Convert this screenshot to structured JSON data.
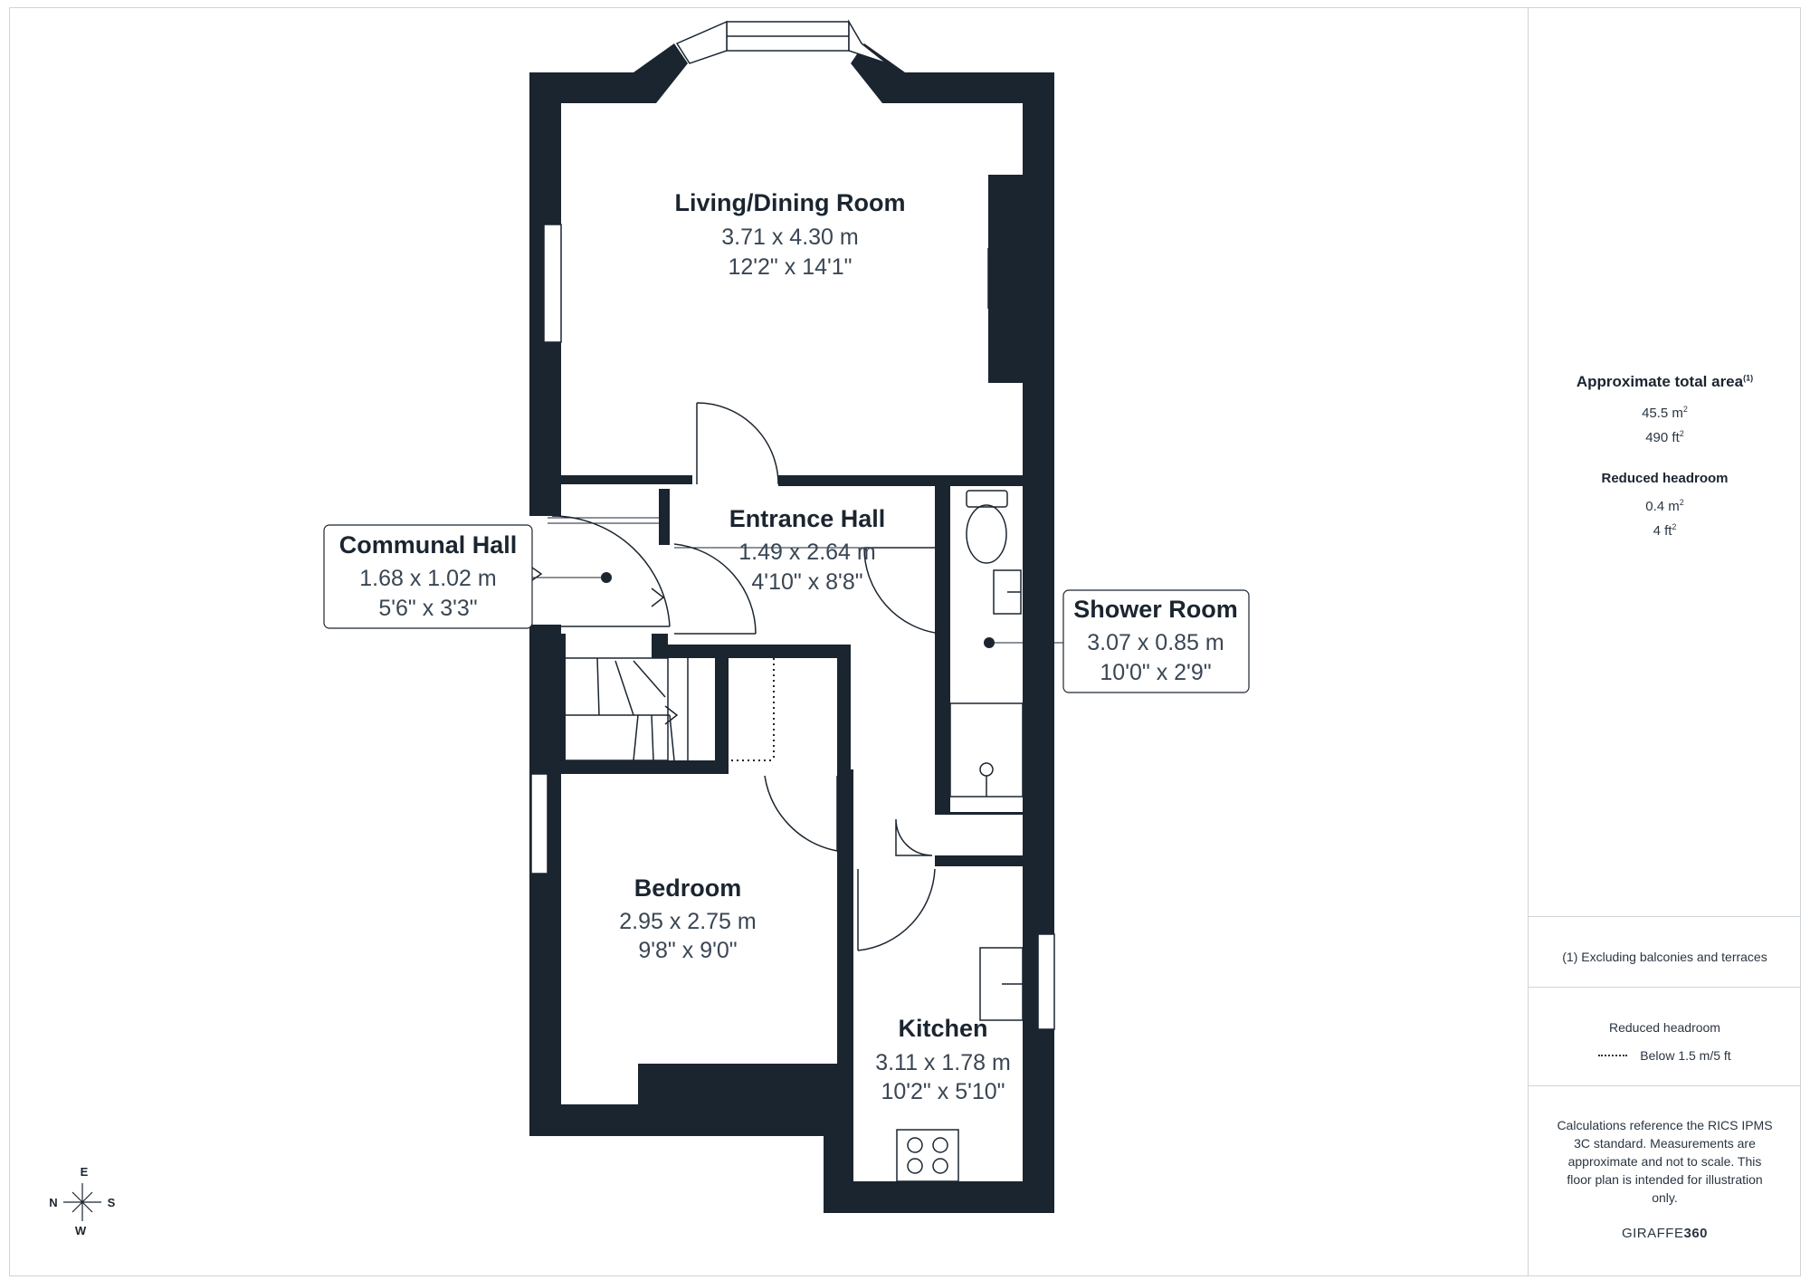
{
  "rooms": [
    {
      "name": "Living/Dining Room",
      "metric": "3.71 x 4.30 m",
      "imperial": "12'2\" x 14'1\""
    },
    {
      "name": "Entrance Hall",
      "metric": "1.49 x 2.64 m",
      "imperial": "4'10\" x 8'8\""
    },
    {
      "name": "Communal Hall",
      "metric": "1.68 x 1.02 m",
      "imperial": "5'6\" x 3'3\""
    },
    {
      "name": "Shower Room",
      "metric": "3.07 x 0.85 m",
      "imperial": "10'0\" x 2'9\""
    },
    {
      "name": "Bedroom",
      "metric": "2.95 x 2.75 m",
      "imperial": "9'8\" x 9'0\""
    },
    {
      "name": "Kitchen",
      "metric": "3.11 x 1.78 m",
      "imperial": "10'2\" x 5'10\""
    }
  ],
  "compass": {
    "n": "N",
    "e": "E",
    "s": "S",
    "w": "W"
  },
  "sidebar": {
    "total_area_title": "Approximate total area",
    "total_area_note_marker": "(1)",
    "total_area_m": "45.5 m",
    "total_area_ft": "490 ft",
    "squared": "2",
    "reduced_headroom_title": "Reduced headroom",
    "reduced_headroom_m": "0.4 m",
    "reduced_headroom_ft": "4 ft",
    "footnote": "(1) Excluding balconies and terraces",
    "legend_title": "Reduced headroom",
    "legend_item": "Below 1.5 m/5 ft",
    "disclaimer": "Calculations reference the RICS IPMS 3C standard. Measurements are approximate and not to scale. This floor plan is intended for illustration only.",
    "brand_light": "GIRAFFE",
    "brand_bold": "360"
  },
  "colors": {
    "wall": "#1b2530",
    "text": "#1b2530",
    "dimension_text": "#3a4654",
    "frame": "#cfd4d8"
  }
}
